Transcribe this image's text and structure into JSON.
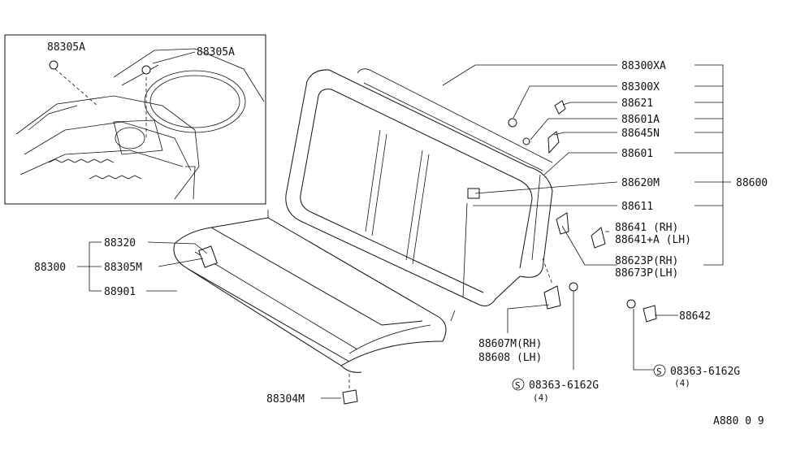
{
  "diagram": {
    "inset": {
      "labels": [
        "88305A",
        "88305A"
      ]
    },
    "callouts": {
      "p88300XA": "88300XA",
      "p88300X": "88300X",
      "p88621": "88621",
      "p88601A": "88601A",
      "p88645N": "88645N",
      "p88601": "88601",
      "p88620M": "88620M",
      "p88600": "88600",
      "p88611": "88611",
      "p88641_rh": "88641   (RH)",
      "p88641_lh": "88641+A (LH)",
      "p88623P": "88623P(RH)",
      "p88673P": "88673P(LH)",
      "p88320": "88320",
      "p88300": "88300",
      "p88305M": "88305M",
      "p88901": "88901",
      "p88607M": "88607M(RH)",
      "p88608": "88608  (LH)",
      "p88642": "88642",
      "bolt_left": "08363-6162G",
      "bolt_left_qty": "(4)",
      "bolt_right": "08363-6162G",
      "bolt_right_qty": "(4)",
      "p88304M": "88304M",
      "circle_s": "S"
    },
    "diagram_code": "A880 0  9"
  }
}
